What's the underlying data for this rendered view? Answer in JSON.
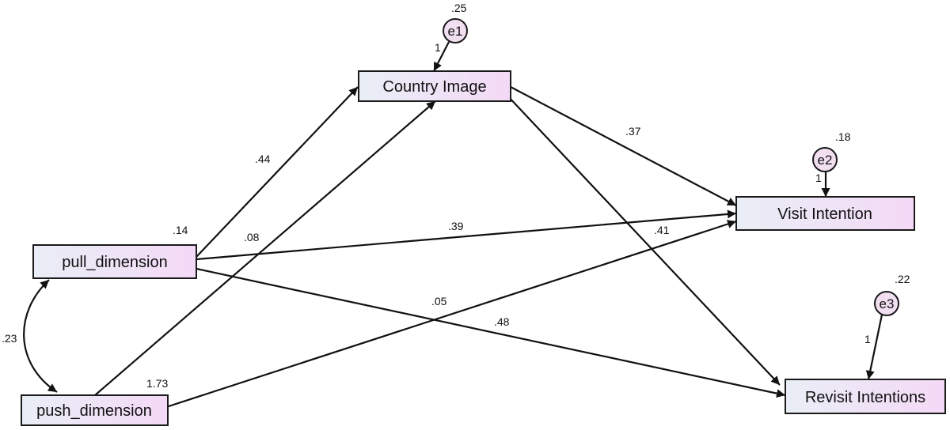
{
  "colors": {
    "box_stroke": "#1a1a1a",
    "box_fill_start": "#e9eef6",
    "box_fill_end": "#f4d9f6",
    "error_fill": "#f1dff1",
    "line": "#111111"
  },
  "nodes": {
    "country_image": {
      "label": "Country Image",
      "variance": ".25"
    },
    "visit_intention": {
      "label": "Visit Intention",
      "variance": ".18"
    },
    "revisit_intentions": {
      "label": "Revisit Intentions",
      "variance": ".22"
    },
    "pull_dimension": {
      "label": "pull_dimension",
      "variance": ".14"
    },
    "push_dimension": {
      "label": "push_dimension",
      "variance": "1.73"
    }
  },
  "errors": {
    "e1": {
      "label": "e1",
      "weight": "1"
    },
    "e2": {
      "label": "e2",
      "weight": "1"
    },
    "e3": {
      "label": "e3",
      "weight": "1"
    }
  },
  "paths": {
    "pull_to_country": ".44",
    "push_to_country": ".08",
    "country_to_visit": ".37",
    "pull_to_visit": ".39",
    "push_to_visit": ".05",
    "country_to_revisit": ".41",
    "pull_to_revisit": ".48",
    "pull_push_covariance": ".23"
  }
}
